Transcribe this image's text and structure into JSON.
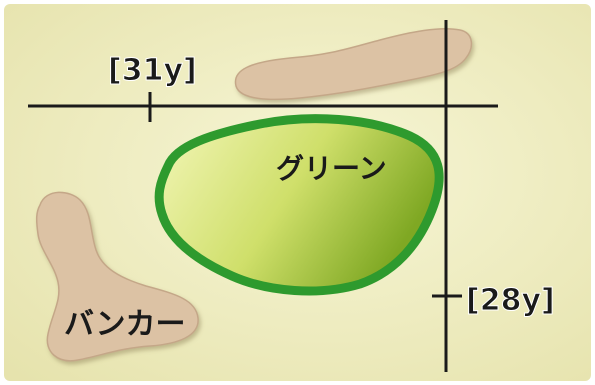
{
  "diagram": {
    "labels": {
      "width_distance": "[31y]",
      "depth_distance": "[28y]",
      "green": "グリーン",
      "bunker": "バンカー"
    },
    "colors": {
      "background": "#f1efc3",
      "green_fill_light": "#eef3a6",
      "green_fill_dark": "#8fb52a",
      "green_border": "#2e9a2e",
      "sand": "#dcc2a4",
      "sand_edge": "#b89c7c",
      "line": "#1a1a1a",
      "text": "#1a1a1a"
    }
  }
}
